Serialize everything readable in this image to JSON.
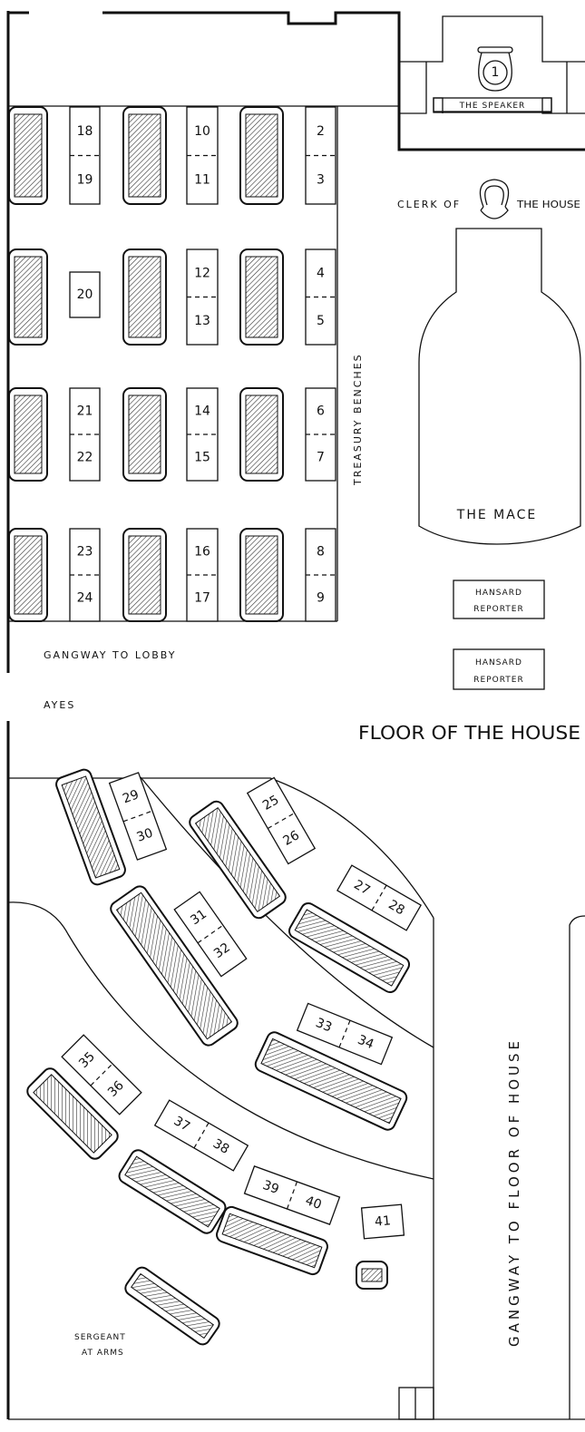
{
  "labels": {
    "speaker": "THE SPEAKER",
    "clerk_left": "CLERK OF",
    "clerk_right": "THE HOUSE",
    "mace": "THE MACE",
    "hansard_1": [
      "HANSARD",
      "REPORTER"
    ],
    "hansard_2": [
      "HANSARD",
      "REPORTER"
    ],
    "treasury": "TREASURY BENCHES",
    "gangway_lobby": "GANGWAY TO LOBBY",
    "ayes": "AYES",
    "floor": "FLOOR OF THE HOUSE",
    "gangway_floor": "GANGWAY TO FLOOR OF HOUSE",
    "sergeant": [
      "SERGEANT",
      "AT ARMS"
    ]
  },
  "seats": {
    "s1": "1",
    "s2": "2",
    "s3": "3",
    "s4": "4",
    "s5": "5",
    "s6": "6",
    "s7": "7",
    "s8": "8",
    "s9": "9",
    "s10": "10",
    "s11": "11",
    "s12": "12",
    "s13": "13",
    "s14": "14",
    "s15": "15",
    "s16": "16",
    "s17": "17",
    "s18": "18",
    "s19": "19",
    "s20": "20",
    "s21": "21",
    "s22": "22",
    "s23": "23",
    "s24": "24",
    "s25": "25",
    "s26": "26",
    "s27": "27",
    "s28": "28",
    "s29": "29",
    "s30": "30",
    "s31": "31",
    "s32": "32",
    "s33": "33",
    "s34": "34",
    "s35": "35",
    "s36": "36",
    "s37": "37",
    "s38": "38",
    "s39": "39",
    "s40": "40",
    "s41": "41"
  }
}
